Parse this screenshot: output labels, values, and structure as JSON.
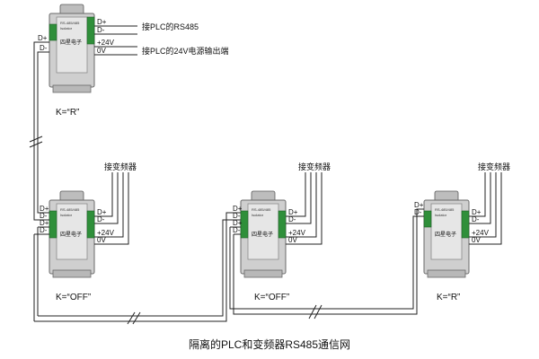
{
  "pins": {
    "d_plus": "D+",
    "d_minus": "D-",
    "v24": "+24V",
    "v0": "0V"
  },
  "devices": [
    {
      "label": "四星电子",
      "k": "K=“R”"
    },
    {
      "label": "四星电子",
      "k": "K=“OFF”"
    },
    {
      "label": "四星电子",
      "k": "K=“OFF”"
    },
    {
      "label": "四星电子",
      "k": "K=“R”"
    }
  ],
  "annotations": {
    "plc_rs485": "接PLC的RS485",
    "plc_24v": "接PLC的24V电源输出端",
    "inverter": "接变频器"
  },
  "caption": "隔离的PLC和变频器RS485通信网"
}
